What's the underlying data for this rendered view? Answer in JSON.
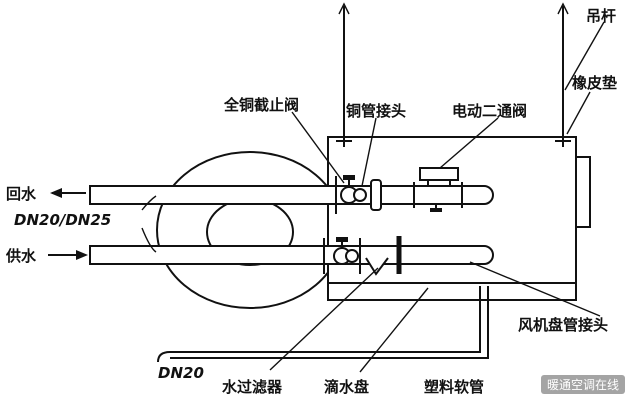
{
  "labels": {
    "hanger_rod": "吊杆",
    "rubber_pad": "橡皮垫",
    "copper_stop_valve": "全铜截止阀",
    "copper_pipe_joint": "铜管接头",
    "electric_two_way_valve": "电动二通阀",
    "return_water": "回水",
    "supply_water": "供水",
    "pipe_size": "DN20/DN25",
    "fan_coil_joint": "风机盘管接头",
    "drain_size": "DN20",
    "water_filter": "水过滤器",
    "drip_tray": "滴水盘",
    "plastic_hose": "塑料软管"
  },
  "watermark": "暖通空调在线"
}
